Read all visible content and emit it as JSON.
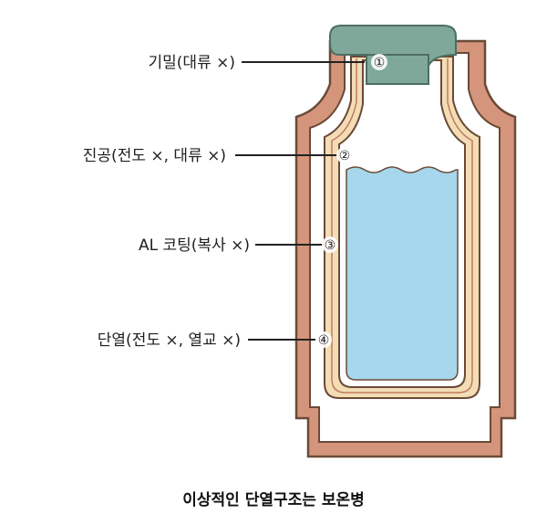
{
  "caption": "이상적인 단열구조는 보온병",
  "callouts": [
    {
      "number": "①",
      "label": "기밀(대류 ×)"
    },
    {
      "number": "②",
      "label": "진공(전도 ×, 대류 ×)"
    },
    {
      "number": "③",
      "label": "AL 코팅(복사 ×)"
    },
    {
      "number": "④",
      "label": "단열(전도 ×, 열교 ×)"
    }
  ],
  "colors": {
    "outer_shell": "#d4957c",
    "shell_outline": "#6b4a36",
    "vacuum_layer": "#f3ddb6",
    "cap": "#7fa89a",
    "water": "#a6d7ec",
    "leader_line": "#222222"
  }
}
